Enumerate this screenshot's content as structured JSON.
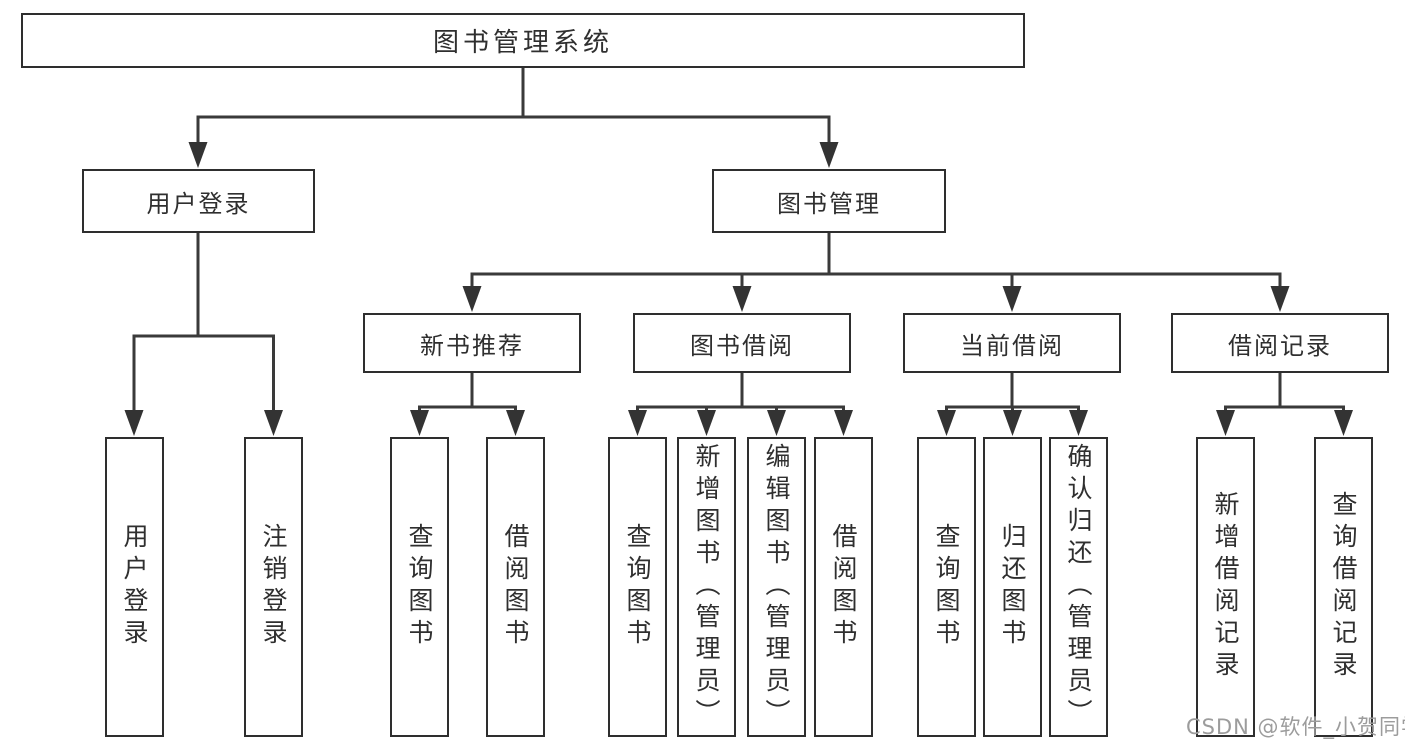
{
  "colors": {
    "background": "#ffffff",
    "line": "#3a3a3a",
    "box_border": "#2e2e2e",
    "text": "#2f2f2f",
    "watermark": "#9c9c9c"
  },
  "diagram": {
    "root": {
      "label": "图书管理系统"
    },
    "level2": [
      {
        "label": "用户登录",
        "parent": "图书管理系统"
      },
      {
        "label": "图书管理",
        "parent": "图书管理系统"
      }
    ],
    "level3": [
      {
        "label": "新书推荐",
        "parent": "图书管理"
      },
      {
        "label": "图书借阅",
        "parent": "图书管理"
      },
      {
        "label": "当前借阅",
        "parent": "图书管理"
      },
      {
        "label": "借阅记录",
        "parent": "图书管理"
      }
    ],
    "leaves": [
      {
        "label": "用户登录",
        "parent": "用户登录"
      },
      {
        "label": "注销登录",
        "parent": "用户登录"
      },
      {
        "label": "查询图书",
        "parent": "新书推荐"
      },
      {
        "label": "借阅图书",
        "parent": "新书推荐"
      },
      {
        "label": "查询图书",
        "parent": "图书借阅"
      },
      {
        "label": "新增图书（管理员）",
        "parent": "图书借阅"
      },
      {
        "label": "编辑图书（管理员）",
        "parent": "图书借阅"
      },
      {
        "label": "借阅图书",
        "parent": "图书借阅"
      },
      {
        "label": "查询图书",
        "parent": "当前借阅"
      },
      {
        "label": "归还图书",
        "parent": "当前借阅"
      },
      {
        "label": "确认归还（管理员）",
        "parent": "当前借阅"
      },
      {
        "label": "新增借阅记录",
        "parent": "借阅记录"
      },
      {
        "label": "查询借阅记录",
        "parent": "借阅记录"
      }
    ]
  },
  "watermark": {
    "text": "CSDN @软件_小贺同学"
  }
}
